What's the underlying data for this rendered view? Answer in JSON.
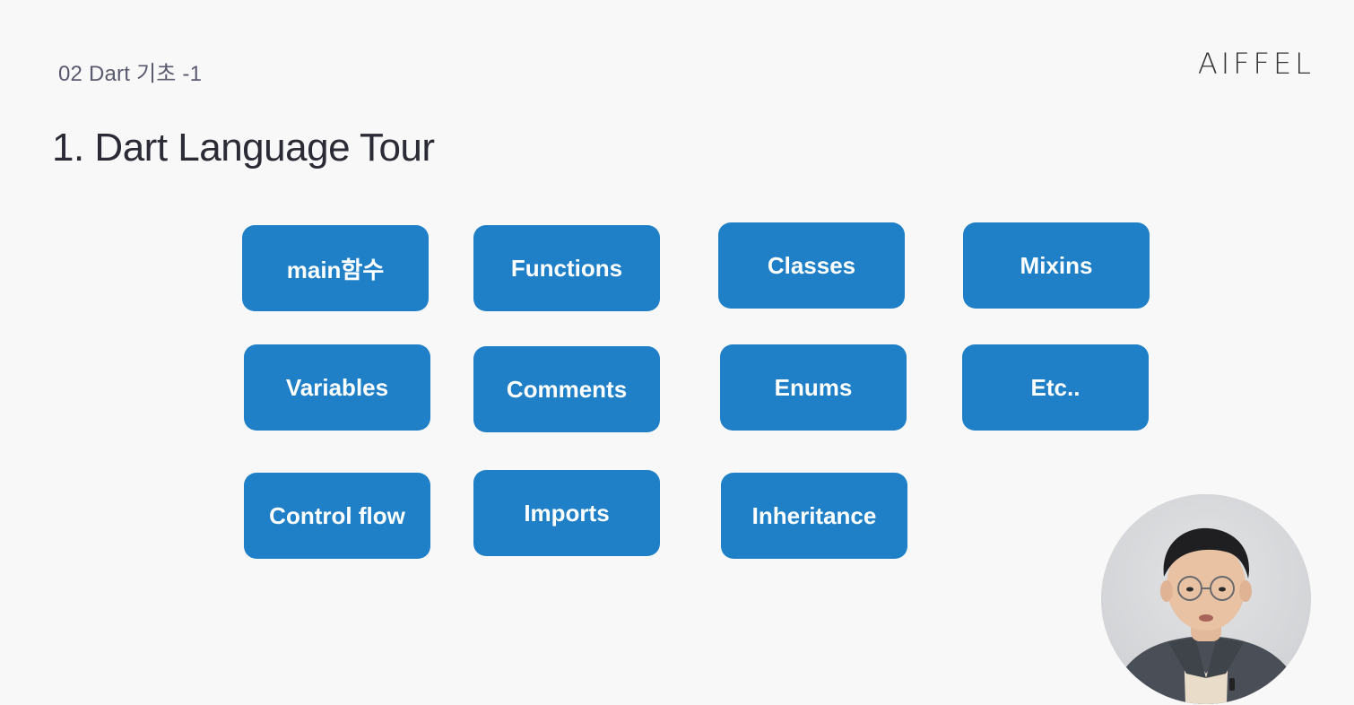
{
  "header": {
    "section": "02 Dart 기초 -1",
    "brand": "AIFFEL"
  },
  "title": "1. Dart Language Tour",
  "topics": [
    {
      "label": "main함수"
    },
    {
      "label": "Functions"
    },
    {
      "label": "Classes"
    },
    {
      "label": "Mixins"
    },
    {
      "label": "Variables"
    },
    {
      "label": "Comments"
    },
    {
      "label": "Enums"
    },
    {
      "label": "Etc.."
    },
    {
      "label": "Control flow"
    },
    {
      "label": "Imports"
    },
    {
      "label": "Inheritance"
    }
  ],
  "colors": {
    "background": "#f8f8f9",
    "button": "#1f80c8",
    "button_text": "#ffffff",
    "title_text": "#2b2b36",
    "section_text": "#5a5a6e"
  }
}
